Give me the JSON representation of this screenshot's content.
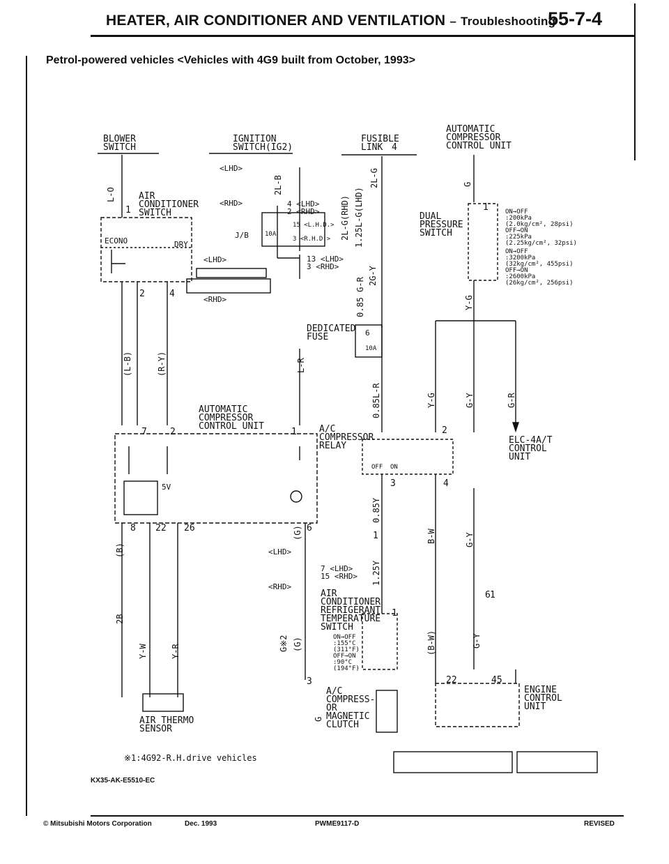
{
  "header": {
    "title": "HEATER, AIR CONDITIONER AND VENTILATION",
    "dash": "–",
    "section": "Troubleshooting",
    "page_number": "55-7-4"
  },
  "subtitle": "Petrol-powered vehicles <Vehicles with 4G9 built from October, 1993>",
  "labels": {
    "blower_switch": "BLOWER\nSWITCH",
    "ignition_switch": "IGNITION\nSWITCH(IG2)",
    "fusible_link": "FUSIBLE\nLINK",
    "fusible_link_num": "4",
    "acc_unit_top": "AUTOMATIC\nCOMPRESSOR\nCONTROL UNIT",
    "ac_switch": "AIR\nCONDITIONER\nSWITCH",
    "dual_pressure": "DUAL\nPRESSURE\nSWITCH",
    "dp_spec1": "ON→OFF\n:200kPa\n(2.0kg/cm², 28psi)\nOFF→ON\n:225kPa\n(2.25kg/cm², 32psi)",
    "dp_spec2": "ON→OFF\n:3200kPa\n(32kg/cm², 455psi)\nOFF→ON\n:2600kPa\n(26kg/cm², 256psi)",
    "lhd": "<LHD>",
    "rhd": "<RHD>",
    "jb": "J/B",
    "fuse10a": "10A",
    "fuse_lhd": "15 <L.H.D.>",
    "fuse_rhd": "3 <R.H.D.>",
    "pin_4lhd_2rhd": "4 <LHD>\n2 <RHD>",
    "pin_13lhd_3rhd": "13 <LHD>\n3 <RHD>",
    "dedicated_fuse": "DEDICATED\nFUSE",
    "dedicated_num": "6",
    "acc_unit_mid": "AUTOMATIC\nCOMPRESSOR\nCONTROL UNIT",
    "ac_relay": "A/C\nCOMPRESSOR\nRELAY",
    "elc": "ELC-4A/T\nCONTROL\nUNIT",
    "v5": "5V",
    "pin_7lhd_15rhd": "7 <LHD>\n15 <RHD>",
    "ac_refrig": "AIR\nCONDITIONER\nREFRIGERANT\nTEMPERATURE\nSWITCH",
    "refrig_spec": "ON→OFF\n:155°C\n(311°F)\nOFF→ON\n:90°C\n(194°F)",
    "ac_clutch": "A/C\nCOMPRESS-\nOR\nMAGNETIC\nCLUTCH",
    "ecu": "ENGINE\nCONTROL\nUNIT",
    "air_thermo": "AIR THERMO\nSENSOR",
    "footnote": "※1:4G92-R.H.drive vehicles",
    "doc_code": "KX35-AK-E5510-EC",
    "on": "ON",
    "off": "OFF",
    "econo": "ECONO",
    "dry": "DRY"
  },
  "wire_labels": {
    "lo": "L-O",
    "lb": "(L-B)",
    "ry": "(R-Y)",
    "lr": "L-R",
    "twol_b": "2L-B",
    "twol_g": "2L-G",
    "g_rhd": "2L-G(RHD)",
    "g_lhd": "1.25L-G(LHD)",
    "gy2": "2G-Y",
    "g085": "0.85\nG-R",
    "l_085": "0.85L-R",
    "g_top": "G",
    "yg": "Y-G",
    "gy": "G-Y",
    "gr": "G-R",
    "b": "(B)",
    "o85y": "0.85Y",
    "bw": "B-W",
    "twob": "2B",
    "yw": "Y-W",
    "yr": "Y-R",
    "g_paren": "(G)",
    "g2": "G※2",
    "y125": "1.25Y",
    "bw_paren": "(B-W)",
    "gy_low": "G-Y",
    "g_bottom": "G"
  },
  "pin_numbers": [
    "1",
    "2",
    "4",
    "7",
    "2",
    "1",
    "1",
    "2",
    "3",
    "4",
    "8",
    "22",
    "26",
    "6",
    "1",
    "6",
    "1",
    "1",
    "3",
    "22",
    "45"
  ],
  "footer": {
    "copyright": "© Mitsubishi Motors Corporation",
    "date": "Dec. 1993",
    "code": "PWME9117-D",
    "status": "REVISED"
  }
}
